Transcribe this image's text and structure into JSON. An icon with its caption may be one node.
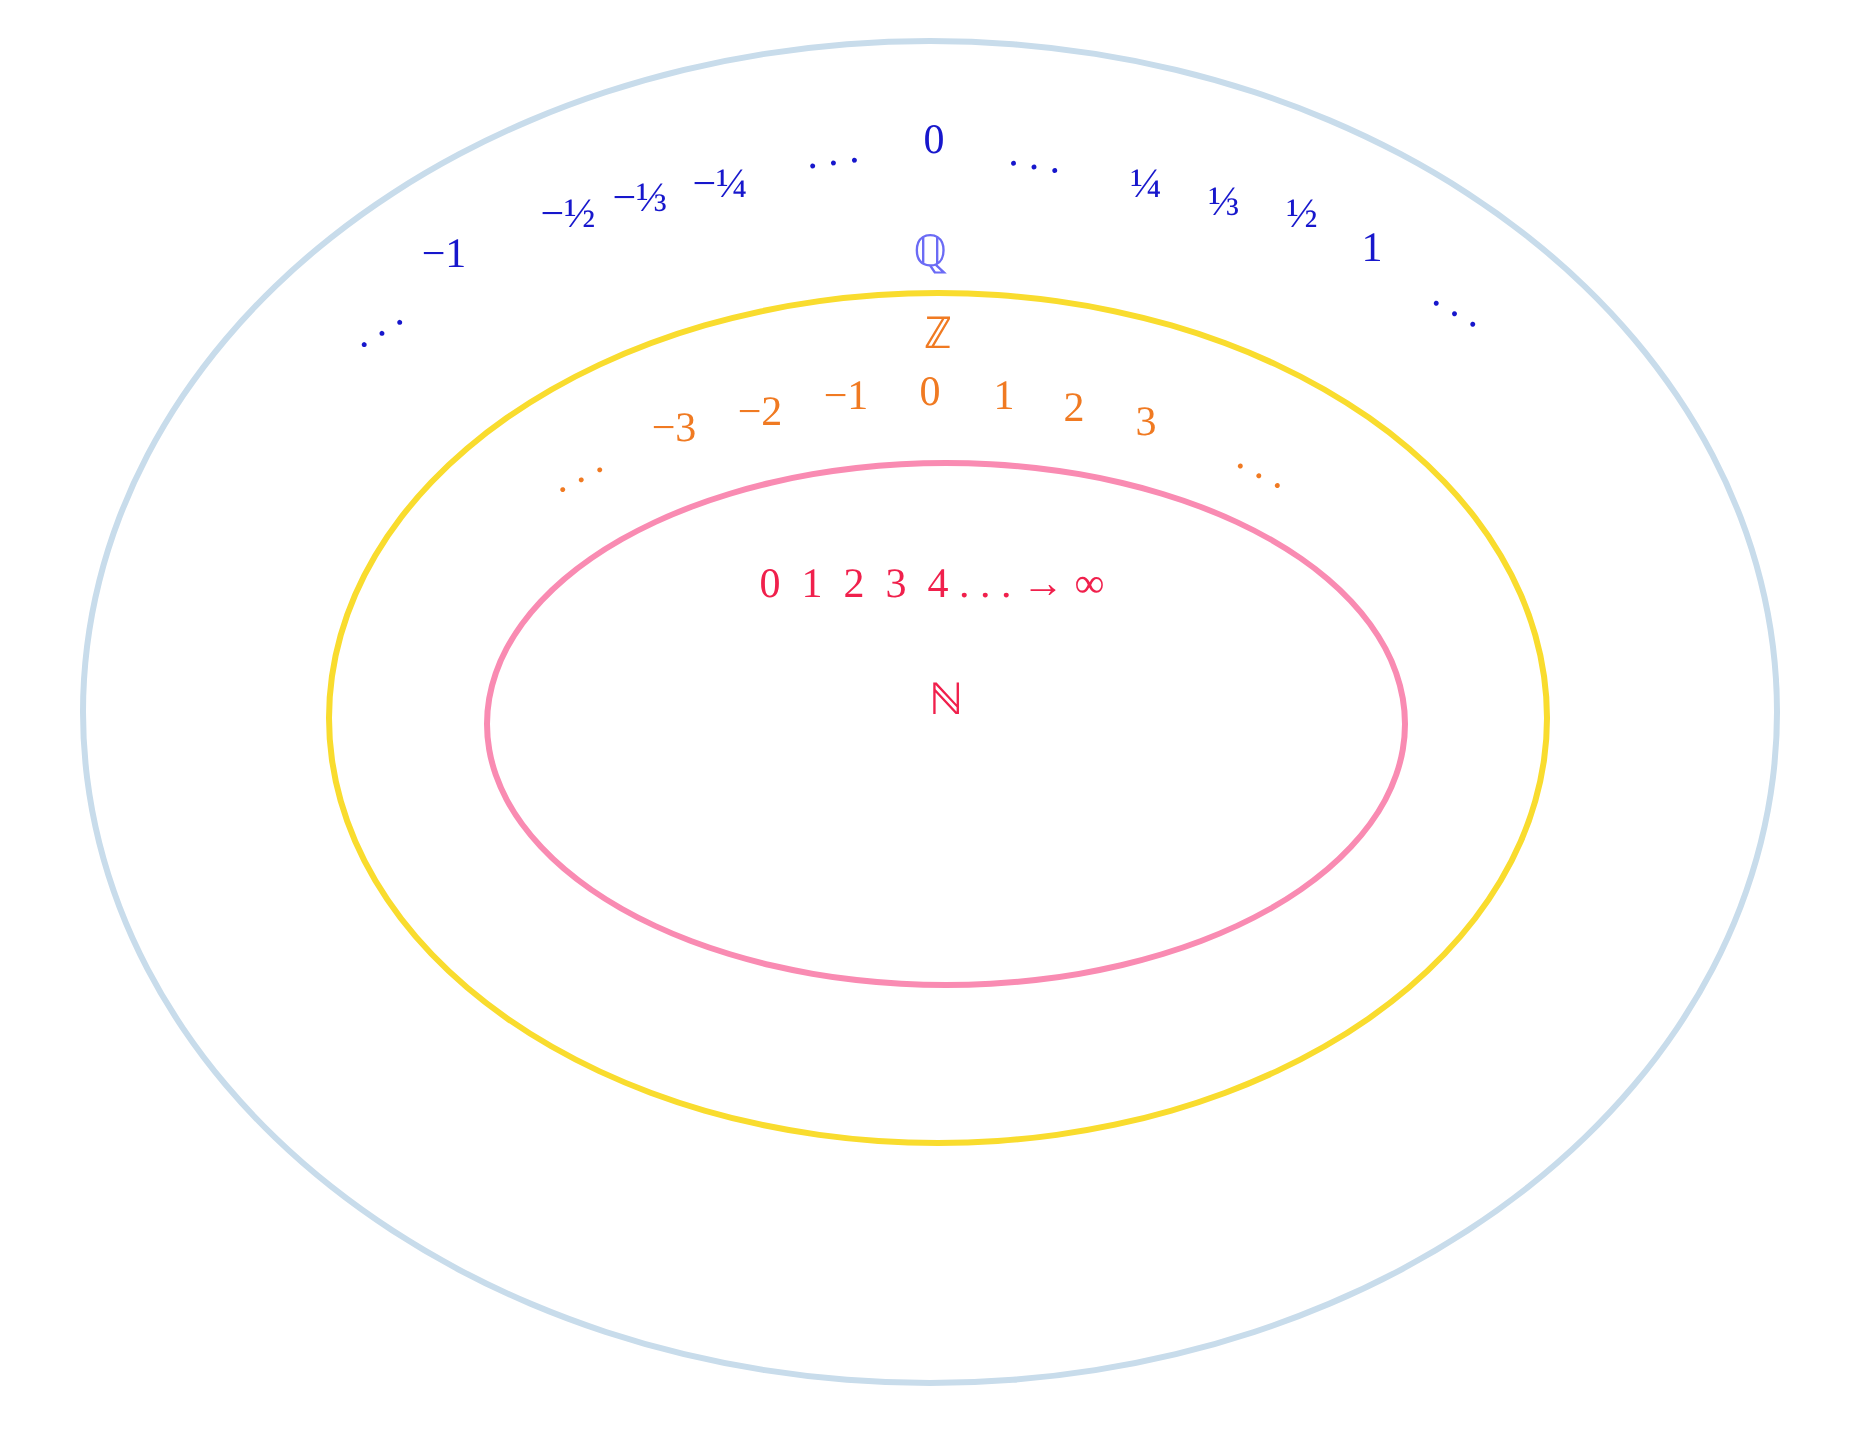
{
  "diagram": {
    "nodes": [
      {
        "text": [
          "ℚ"
        ]
      },
      {
        "text": [
          "ℤ"
        ],
        "in": 0
      },
      {
        "text": [
          "ℕ"
        ],
        "in": 1
      }
    ],
    "edges": [],
    "labels": [
      ". . .",
      "−1",
      "−½",
      "−⅓",
      "−¼",
      ". . .",
      "0",
      ". . .",
      "¼",
      "⅓",
      "½",
      "1",
      ". . .",
      ". . .",
      "−3",
      "−2",
      "−1",
      "0",
      "1",
      "2",
      "3",
      ". . .",
      "0  1  2  3  4 . . . → ∞"
    ]
  }
}
